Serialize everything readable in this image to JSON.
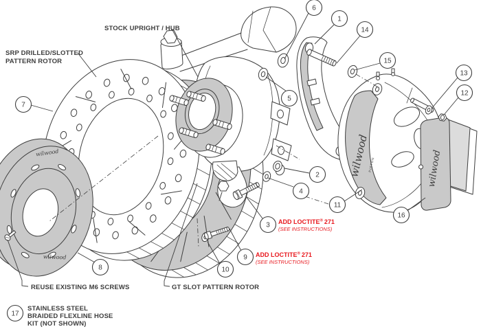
{
  "labels": {
    "stock_upright_hub": "STOCK UPRIGHT / HUB",
    "srp_rotor_line1": "SRP DRILLED/SLOTTED",
    "srp_rotor_line2": "PATTERN ROTOR",
    "reuse_m6": "REUSE EXISTING M6 SCREWS",
    "gt_rotor": "GT SLOT PATTERN ROTOR",
    "hose_kit_line1": "STAINLESS STEEL",
    "hose_kit_line2": "BRAIDED FLEXLINE HOSE",
    "hose_kit_line3": "KIT (NOT SHOWN)"
  },
  "notes": {
    "loctite_pre": "ADD LOCTITE",
    "loctite_reg": "®",
    "loctite_num": "271",
    "loctite_sub": "(SEE INSTRUCTIONS)"
  },
  "branding": {
    "script": "wilwood",
    "piston": "PISTON"
  },
  "callouts": [
    "1",
    "2",
    "3",
    "4",
    "5",
    "6",
    "7",
    "8",
    "9",
    "10",
    "11",
    "12",
    "13",
    "14",
    "15",
    "16",
    "17"
  ],
  "colors": {
    "line": "#3d3d3d",
    "gray": "#c9c9c9",
    "light_gray": "#dcdcdc",
    "red": "#e8191f",
    "background": "#ffffff"
  }
}
